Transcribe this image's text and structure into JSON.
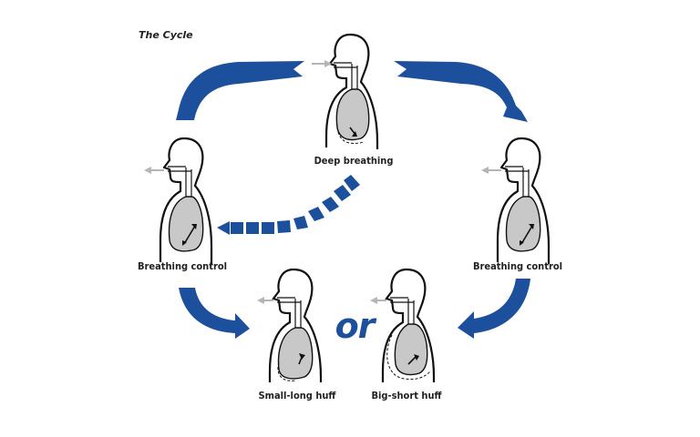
{
  "diagram": {
    "title": "The Cycle",
    "connector": "or",
    "arrow_color": "#1c4f9c",
    "lung_fill": "#c8c8c8",
    "figures": [
      {
        "id": "deep",
        "label": "Deep breathing"
      },
      {
        "id": "control_left",
        "label": "Breathing control"
      },
      {
        "id": "control_right",
        "label": "Breathing control"
      },
      {
        "id": "small_huff",
        "label": "Small-long huff"
      },
      {
        "id": "big_huff",
        "label": "Big-short huff"
      }
    ]
  }
}
